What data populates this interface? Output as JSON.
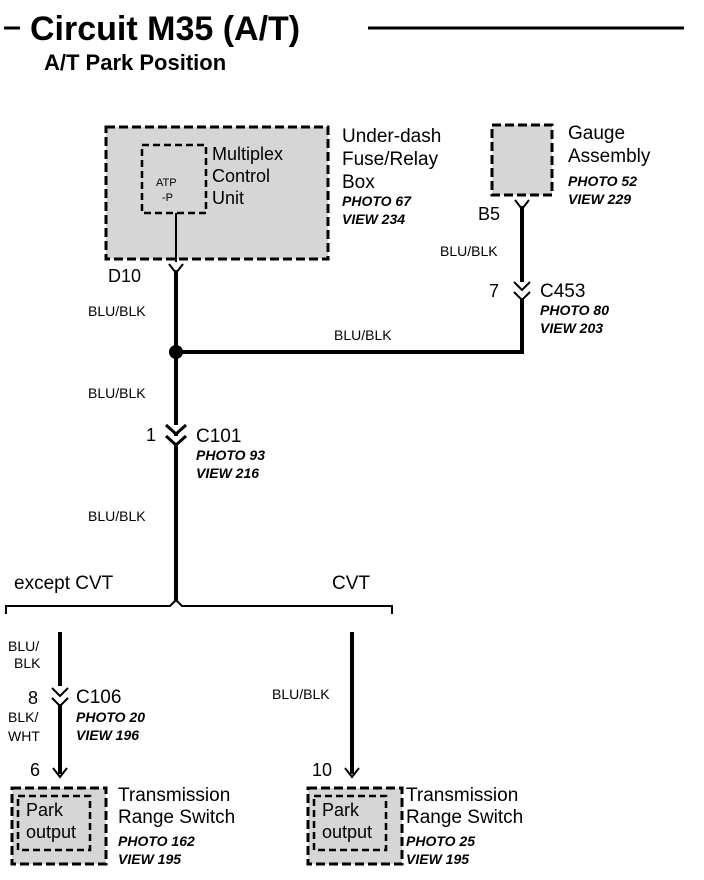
{
  "header": {
    "title": "Circuit M35 (A/T)",
    "subtitle": "A/T Park Position"
  },
  "components": {
    "fuse_box": {
      "name1": "Under-dash",
      "name2": "Fuse/Relay",
      "name3": "Box",
      "photo": "PHOTO 67",
      "view": "VIEW 234",
      "inner1": "Multiplex",
      "inner2": "Control",
      "inner3": "Unit",
      "inner_lbl1": "ATP",
      "inner_lbl2": "-P",
      "pin": "D10"
    },
    "gauge": {
      "name1": "Gauge",
      "name2": "Assembly",
      "photo": "PHOTO 52",
      "view": "VIEW 229",
      "pin": "B5"
    },
    "switch_left": {
      "inner1": "Park",
      "inner2": "output",
      "name1": "Transmission",
      "name2": "Range Switch",
      "photo": "PHOTO 162",
      "view": "VIEW 195",
      "pin": "6"
    },
    "switch_right": {
      "inner1": "Park",
      "inner2": "output",
      "name1": "Transmission",
      "name2": "Range Switch",
      "photo": "PHOTO 25",
      "view": "VIEW 195",
      "pin": "10"
    }
  },
  "connectors": {
    "c453": {
      "name": "C453",
      "pin": "7",
      "photo": "PHOTO 80",
      "view": "VIEW 203"
    },
    "c101": {
      "name": "C101",
      "pin": "1",
      "photo": "PHOTO 93",
      "view": "VIEW 216"
    },
    "c106": {
      "name": "C106",
      "pin": "8",
      "photo": "PHOTO 20",
      "view": "VIEW 196"
    }
  },
  "wires": {
    "w1": "BLU/BLK",
    "w2": "BLU/BLK",
    "w3": "BLU/BLK",
    "w4": "BLU/BLK",
    "w5": "BLU/BLK",
    "w6a": "BLU/",
    "w6b": "BLK",
    "w7a": "BLK/",
    "w7b": "WHT",
    "w8": "BLU/BLK"
  },
  "branches": {
    "left": "except CVT",
    "right": "CVT"
  }
}
